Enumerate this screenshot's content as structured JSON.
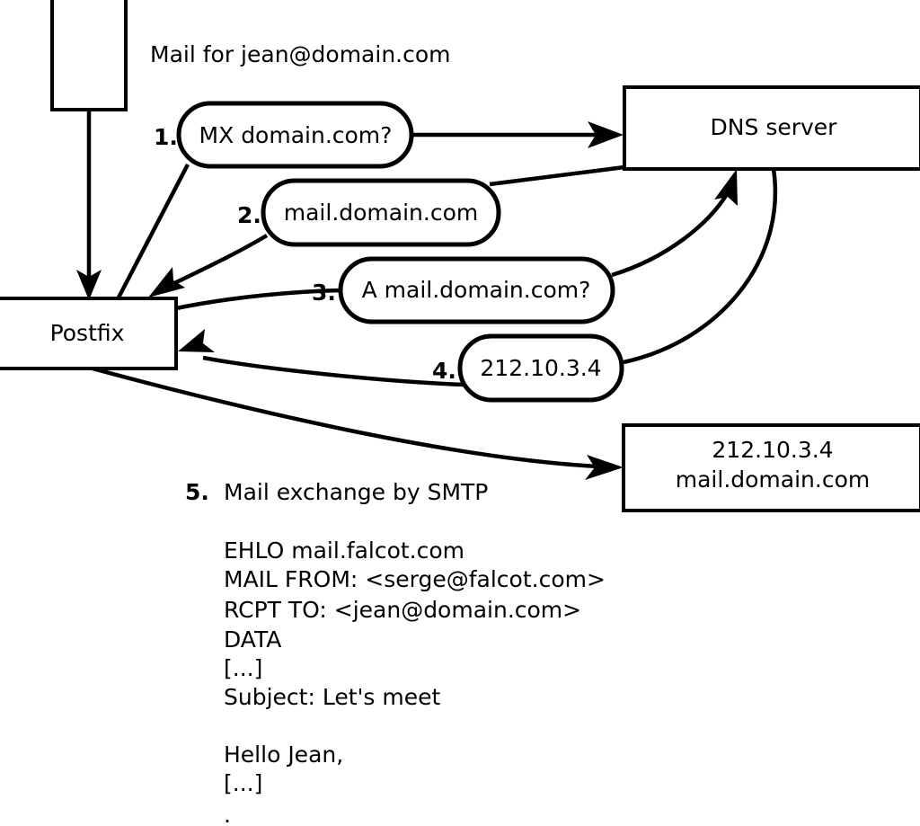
{
  "diagram": {
    "title_label": "Mail for jean@domain.com",
    "nodes": {
      "client": {
        "label": ""
      },
      "postfix": {
        "label": "Postfix"
      },
      "dns": {
        "label": "DNS server"
      },
      "remote_mx": {
        "line1": "212.10.3.4",
        "line2": "mail.domain.com"
      }
    },
    "steps": [
      {
        "num": "1.",
        "text": "MX domain.com?"
      },
      {
        "num": "2.",
        "text": "mail.domain.com"
      },
      {
        "num": "3.",
        "text": "A mail.domain.com?"
      },
      {
        "num": "4.",
        "text": "212.10.3.4"
      }
    ],
    "step5": {
      "num": "5.",
      "text": "Mail exchange by SMTP"
    },
    "transcript": [
      "EHLO mail.falcot.com",
      "MAIL FROM: <serge@falcot.com>",
      "RCPT TO: <jean@domain.com>",
      "DATA",
      "[...]",
      "Subject: Let's meet",
      "",
      "Hello Jean,",
      "[...]",
      "",
      "."
    ],
    "colors": {
      "stroke": "#000000",
      "fill": "#ffffff",
      "text": "#000000"
    }
  }
}
